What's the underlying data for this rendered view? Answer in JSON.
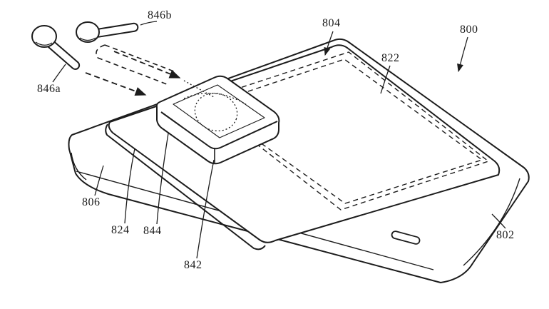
{
  "figure": {
    "kind": "patent-line-drawing",
    "description": "Perspective view of wireless earbuds being inserted into a charging module mounted on a cover attached to a phone",
    "line_color": "#1c1c1c",
    "background_color": "#ffffff"
  },
  "labels": {
    "n846b": "846b",
    "n846a": "846a",
    "n804": "804",
    "n800": "800",
    "n822": "822",
    "n806": "806",
    "n824": "824",
    "n844": "844",
    "n842": "842",
    "n802": "802"
  }
}
